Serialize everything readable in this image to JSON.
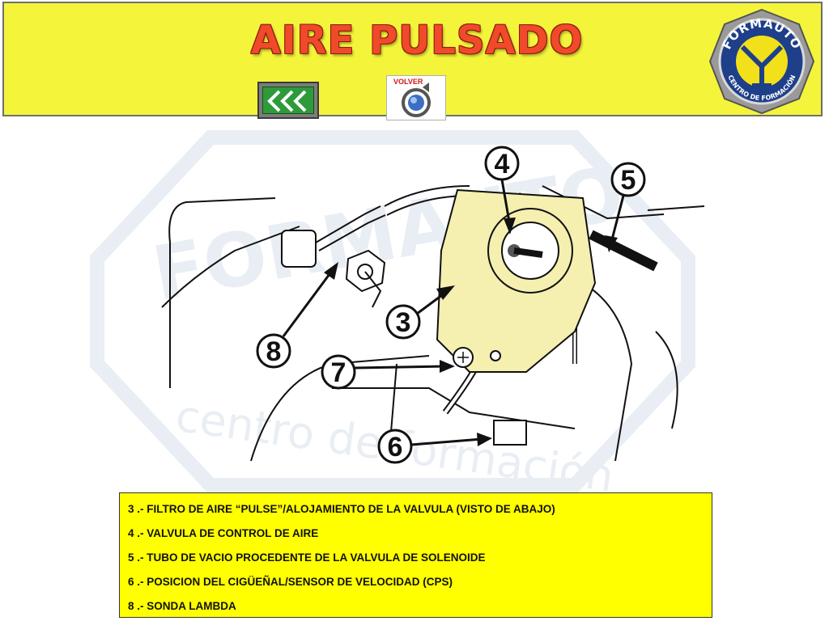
{
  "header": {
    "title": "AIRE PULSADO",
    "volver_label": "VOLVER",
    "logo": {
      "top_text": "FORMAUTO",
      "bottom_text": "CENTRO DE FORMACIÓN"
    }
  },
  "watermark": {
    "text": "FORMAUTO",
    "subtext": "centro de formación"
  },
  "diagram": {
    "callouts": [
      "3",
      "4",
      "5",
      "6",
      "7",
      "8"
    ]
  },
  "legend": [
    "3 .- FILTRO DE AIRE “PULSE”/ALOJAMIENTO DE LA VALVULA (VISTO DE ABAJO)",
    "4 .- VALVULA DE CONTROL DE AIRE",
    "5 .- TUBO DE VACIO PROCEDENTE DE LA VALVULA DE SOLENOIDE",
    "6 .- POSICION DEL CIGÜEÑAL/SENSOR DE VELOCIDAD (CPS)",
    "8 .- SONDA LAMBDA"
  ],
  "colors": {
    "header_bg": "#f4f53a",
    "title": "#f04a2a",
    "caption_bg": "#ffff00",
    "highlight": "#f5efb0"
  }
}
